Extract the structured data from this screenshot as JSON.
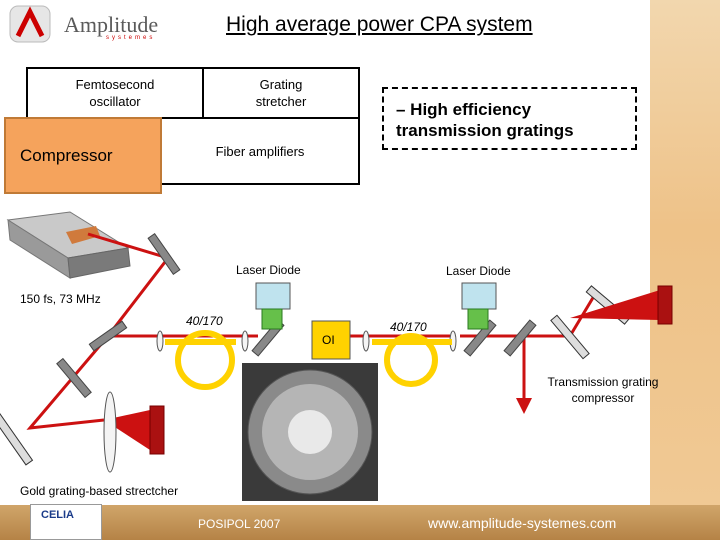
{
  "header": {
    "logo_text": "Amplitude",
    "logo_sub": "systemes",
    "title": "High average power CPA system"
  },
  "boxes": {
    "oscillator": "Femtosecond oscillator",
    "stretcher": "Grating stretcher",
    "compressor": "Compressor",
    "fiber_amplifiers": "Fiber amplifiers",
    "callout": "– High efficiency transmission gratings"
  },
  "labels": {
    "laser_diode_1": "Laser Diode",
    "laser_diode_2": "Laser Diode",
    "rep_rate": "150 fs, 73 MHz",
    "fiber_1": "40/170",
    "fiber_2": "40/170",
    "isolator": "OI",
    "compressor_note": "Transmission grating compressor",
    "stretcher_note": "Gold grating-based strectcher"
  },
  "footer": {
    "celia": "CELIA",
    "conference": "POSIPOL 2007",
    "website": "www.amplitude-systemes.com"
  },
  "colors": {
    "beam": "#cc1111",
    "fiber": "#ffd200",
    "box_highlight": "#f5a35c",
    "accent_band": "#eec288"
  }
}
